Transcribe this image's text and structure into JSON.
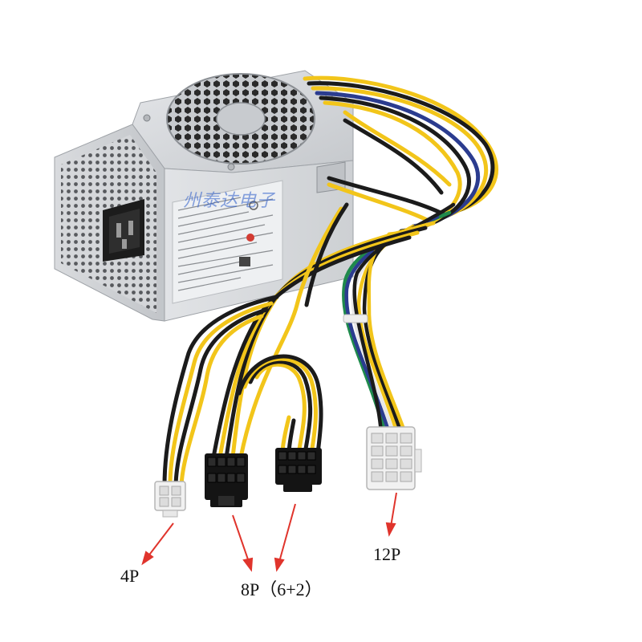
{
  "labels": {
    "connector_4p": "4P",
    "connector_8p": "8P（6+2）",
    "connector_12p": "12P"
  },
  "watermark": {
    "text": "州泰达电子"
  },
  "colors": {
    "background": "#ffffff",
    "psu_casing": "#cfd2d6",
    "wire_yellow": "#f2c51a",
    "wire_black": "#1b1b1b",
    "wire_blue": "#2b3c8f",
    "wire_green": "#1f8a4c",
    "wire_white": "#e8e8e8",
    "arrow_red": "#e0342c",
    "connector_white": "#f1f1f1",
    "connector_black": "#141414"
  },
  "icons": {
    "fan": "fan-grille-icon",
    "power_socket": "iec-c14-socket-icon",
    "arrow": "red-arrow-icon"
  }
}
